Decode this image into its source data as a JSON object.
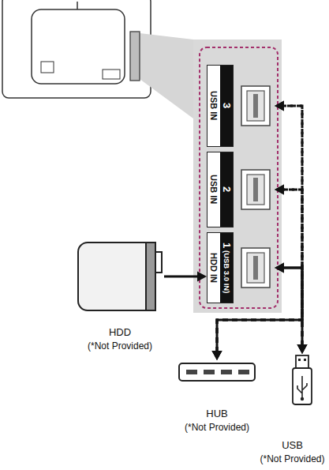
{
  "diagram": {
    "nodes": [
      {
        "text": [
          "USB IN",
          "3"
        ]
      },
      {
        "text": [
          "USB IN",
          "2"
        ]
      },
      {
        "text": [
          "HDD IN",
          "1",
          "(USB 3.0 IN)"
        ]
      },
      {
        "text": [
          "HDD",
          "(*Not Provided)"
        ]
      },
      {
        "text": [
          "HUB",
          "(*Not Provided)"
        ]
      },
      {
        "text": [
          "USB",
          "(*Not Provided)"
        ]
      }
    ],
    "edges": [
      {
        "from": 3,
        "to": 2,
        "arrow": "to"
      },
      {
        "from": 4,
        "to": 0,
        "arrow": "both"
      },
      {
        "from": 4,
        "to": 1,
        "arrow": "both"
      },
      {
        "from": 4,
        "to": 2,
        "arrow": "both"
      },
      {
        "from": 5,
        "to": 0,
        "arrow": "both"
      },
      {
        "from": 5,
        "to": 1,
        "arrow": "both"
      },
      {
        "from": 5,
        "to": 2,
        "arrow": "both"
      }
    ]
  }
}
